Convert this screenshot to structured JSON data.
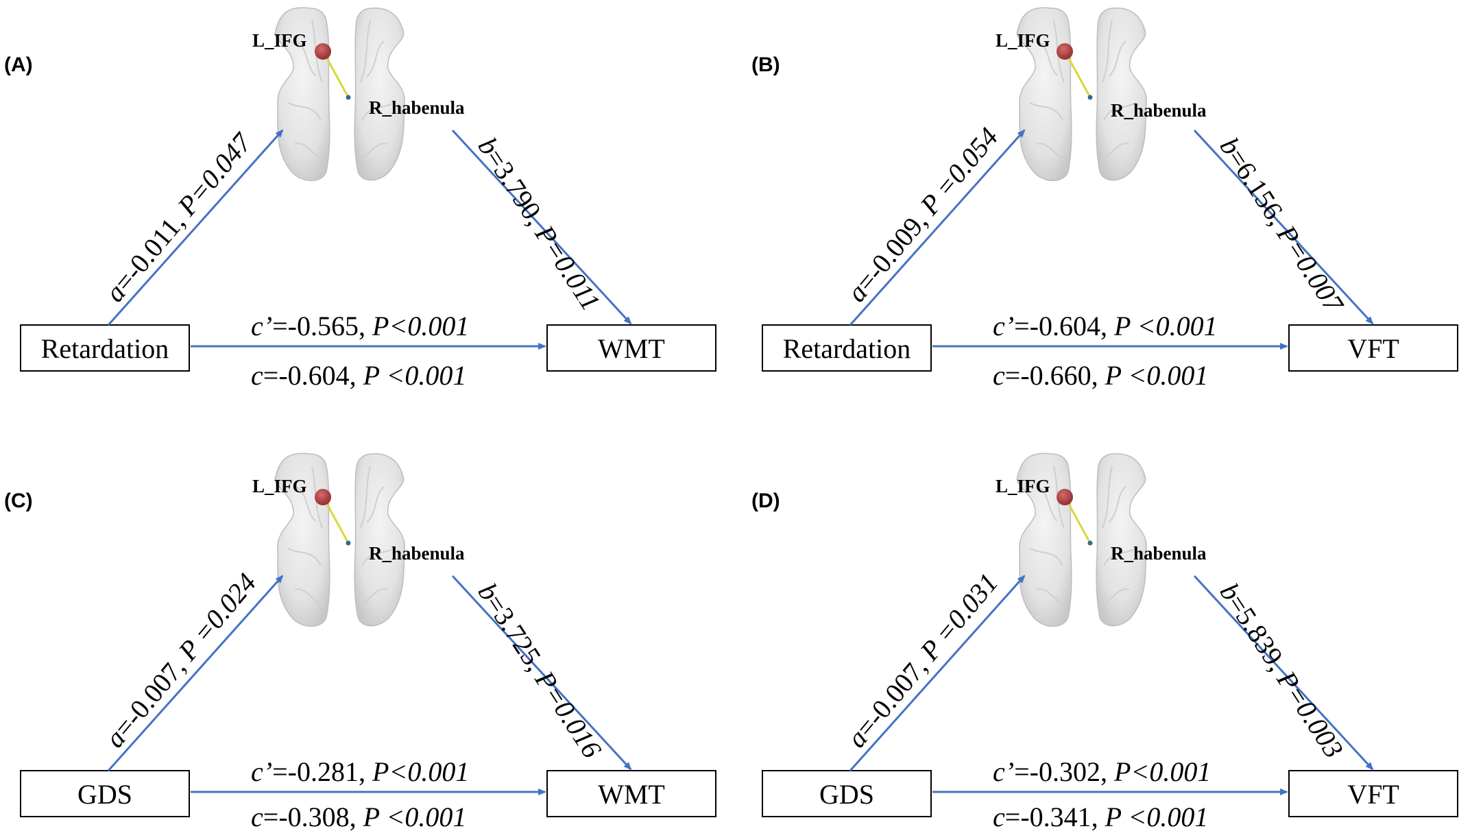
{
  "colors": {
    "arrow": "#4472C4",
    "connection": "#D8D83A",
    "node_ifg": "#A33A3A",
    "node_habenula": "#2E6D91",
    "brain": "#E3E3E3"
  },
  "panels": [
    {
      "label": "(A)",
      "x_box": "Retardation",
      "y_box": "WMT",
      "roi1": "L_IFG",
      "roi2": "R_habenula",
      "a": {
        "sym": "a",
        "val": "=-0.011, ",
        "p": "P",
        "pval": "=0.047"
      },
      "b": {
        "sym": "b",
        "val": "=3.790, ",
        "p": "P",
        "pval": "=0.011"
      },
      "cp": {
        "sym": "c’",
        "val": "=-0.565, ",
        "p": "P<0.001"
      },
      "c": {
        "sym": "c",
        "val": "=-0.604, ",
        "p": "P <0.001"
      }
    },
    {
      "label": "(B)",
      "x_box": "Retardation",
      "y_box": "VFT",
      "roi1": "L_IFG",
      "roi2": "R_habenula",
      "a": {
        "sym": "a",
        "val": "=-0.009, ",
        "p": "P",
        "pval": " =0.054"
      },
      "b": {
        "sym": "b",
        "val": "=6.156, ",
        "p": "P",
        "pval": "=0.007"
      },
      "cp": {
        "sym": "c’",
        "val": "=-0.604, ",
        "p": "P <0.001"
      },
      "c": {
        "sym": "c",
        "val": "=-0.660, ",
        "p": "P <0.001"
      }
    },
    {
      "label": "(C)",
      "x_box": "GDS",
      "y_box": "WMT",
      "roi1": "L_IFG",
      "roi2": "R_habenula",
      "a": {
        "sym": "a",
        "val": "=-0.007, ",
        "p": "P",
        "pval": " =0.024"
      },
      "b": {
        "sym": "b",
        "val": "=3.725, ",
        "p": "P",
        "pval": "=0.016"
      },
      "cp": {
        "sym": "c’",
        "val": "=-0.281, ",
        "p": "P<0.001"
      },
      "c": {
        "sym": "c",
        "val": "=-0.308, ",
        "p": "P <0.001"
      }
    },
    {
      "label": "(D)",
      "x_box": "GDS",
      "y_box": "VFT",
      "roi1": "L_IFG",
      "roi2": "R_habenula",
      "a": {
        "sym": "a",
        "val": "=-0.007, ",
        "p": "P",
        "pval": " =0.031"
      },
      "b": {
        "sym": "b",
        "val": "=5.839, ",
        "p": "P",
        "pval": "=0.003"
      },
      "cp": {
        "sym": "c’",
        "val": "=-0.302, ",
        "p": "P<0.001"
      },
      "c": {
        "sym": "c",
        "val": "=-0.341, ",
        "p": "P <0.001"
      }
    }
  ]
}
